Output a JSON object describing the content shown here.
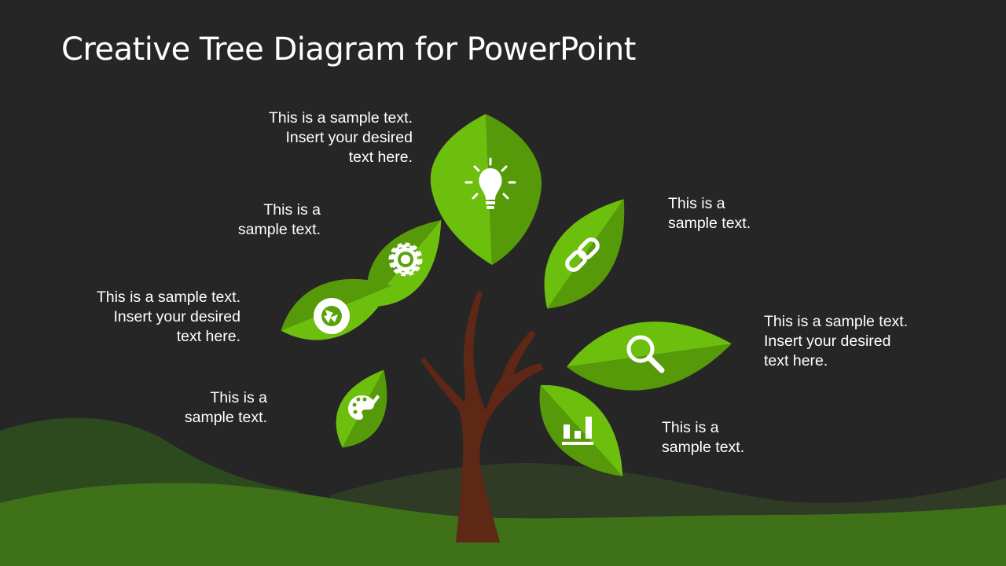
{
  "slide": {
    "title": "Creative Tree Diagram for PowerPoint",
    "background_color": "#262626"
  },
  "colors": {
    "leaf_light": "#6dbf0e",
    "leaf_dark": "#569a0a",
    "trunk": "#5e2716",
    "hill_back": "#2d4a1f",
    "hill_mid": "#2f3b25",
    "hill_front": "#3e7118",
    "text": "#ffffff"
  },
  "leaves": [
    {
      "id": "top",
      "icon": "lightbulb-icon",
      "text": "This is a sample text.\nInsert your desired\ntext here."
    },
    {
      "id": "upper-left",
      "icon": "gear-icon",
      "text": "This is a\nsample text."
    },
    {
      "id": "mid-left",
      "icon": "recycle-icon",
      "text": "This is a sample text.\nInsert your desired\ntext here."
    },
    {
      "id": "low-left",
      "icon": "palette-icon",
      "text": "This is a\nsample text."
    },
    {
      "id": "upper-right",
      "icon": "link-icon",
      "text": "This is a\nsample text."
    },
    {
      "id": "mid-right",
      "icon": "magnifier-icon",
      "text": "This is a sample text.\nInsert your desired\ntext here."
    },
    {
      "id": "low-right",
      "icon": "bar-chart-icon",
      "text": "This is a\nsample text."
    }
  ]
}
